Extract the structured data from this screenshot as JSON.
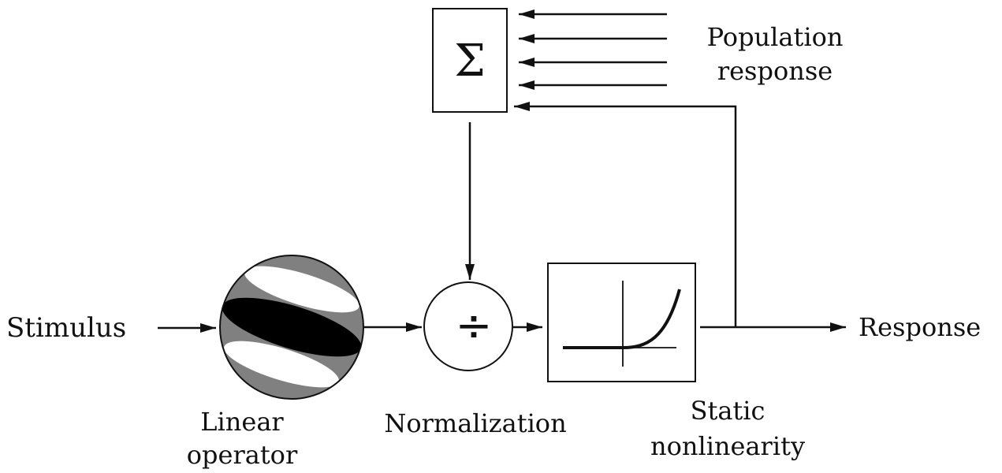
{
  "labels": {
    "stimulus": "Stimulus",
    "linear_operator_line1": "Linear",
    "linear_operator_line2": "operator",
    "normalization": "Normalization",
    "static_nonlinearity_line1": "Static",
    "static_nonlinearity_line2": "nonlinearity",
    "response": "Response",
    "population_response_line1": "Population",
    "population_response_line2": "response"
  },
  "symbols": {
    "sum": "Σ",
    "divide": "÷"
  },
  "icons": {
    "linear_operator": "gabor-filter-icon",
    "nonlinearity": "expansive-curve-icon"
  },
  "colors": {
    "stroke": "#111111",
    "filter_gray": "#808080",
    "background": "#ffffff"
  }
}
